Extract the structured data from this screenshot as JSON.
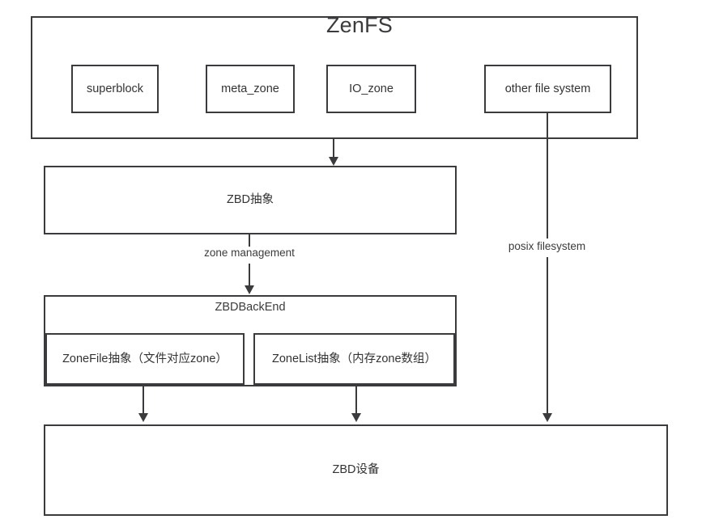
{
  "diagram": {
    "title": "ZenFS",
    "zenfs": {
      "title": "ZenFS",
      "components": [
        {
          "id": "superblock",
          "label": "superblock"
        },
        {
          "id": "meta_zone",
          "label": "meta_zone"
        },
        {
          "id": "io_zone",
          "label": "IO_zone"
        },
        {
          "id": "other_file_system",
          "label": "other file system"
        }
      ]
    },
    "zbd_abstract": {
      "label": "ZBD抽象"
    },
    "zbd_backend": {
      "title": "ZBDBackEnd",
      "sub_boxes": [
        {
          "id": "zonefile",
          "label": "ZoneFile抽象（文件对应zone）"
        },
        {
          "id": "zonelist",
          "label": "ZoneList抽象（内存zone数组）"
        }
      ]
    },
    "zbd_device": {
      "label": "ZBD设备"
    },
    "edge_labels": {
      "zone_management": "zone management",
      "posix_filesystem": "posix filesystem"
    },
    "colors": {
      "stroke": "#3b3b3d",
      "text": "#333333",
      "background": "#ffffff"
    }
  }
}
